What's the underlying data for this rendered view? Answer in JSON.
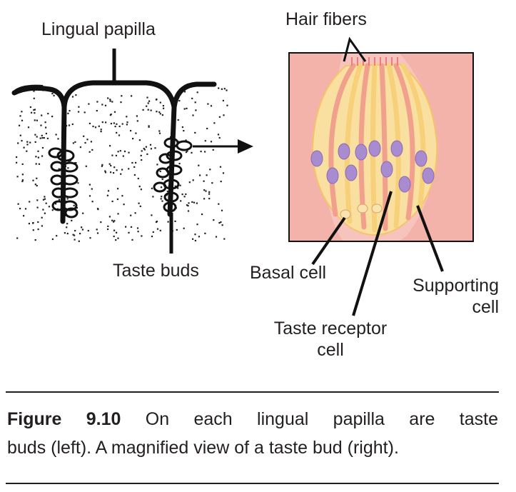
{
  "labels": {
    "lingual_papilla": "Lingual papilla",
    "hair_fibers": "Hair fibers",
    "taste_buds": "Taste buds",
    "basal_cell": "Basal cell",
    "supporting_cell_1": "Supporting",
    "supporting_cell_2": "cell",
    "taste_receptor_1": "Taste receptor",
    "taste_receptor_2": "cell"
  },
  "caption": {
    "figure_number": "Figure 9.10",
    "text_line1": " On each lingual papilla are taste",
    "text_line2": "buds (left). A magnified view of a taste bud (right)."
  },
  "colors": {
    "outline": "#111111",
    "tissue_pink": "#f2a6a0",
    "bud_yellow": "#f8dc8a",
    "nucleus_purple": "#a98bd0"
  }
}
